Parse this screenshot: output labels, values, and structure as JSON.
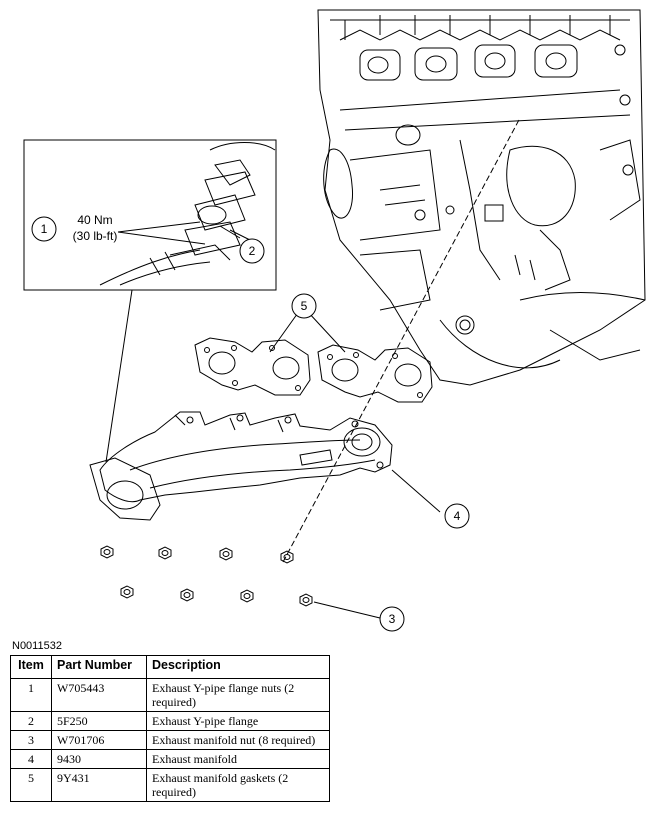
{
  "callouts": [
    "1",
    "2",
    "3",
    "4",
    "5"
  ],
  "torque": {
    "metric": "40 Nm",
    "imperial": "(30 lb-ft)"
  },
  "figure_id": "N0011532",
  "table": {
    "headers": {
      "item": "Item",
      "part_number": "Part Number",
      "description": "Description"
    },
    "rows": [
      {
        "item": "1",
        "part_number": "W705443",
        "description": "Exhaust Y-pipe flange nuts (2 required)"
      },
      {
        "item": "2",
        "part_number": "5F250",
        "description": "Exhaust Y-pipe flange"
      },
      {
        "item": "3",
        "part_number": "W701706",
        "description": "Exhaust manifold nut (8 required)"
      },
      {
        "item": "4",
        "part_number": "9430",
        "description": "Exhaust manifold"
      },
      {
        "item": "5",
        "part_number": "9Y431",
        "description": "Exhaust manifold gaskets (2 required)"
      }
    ]
  }
}
